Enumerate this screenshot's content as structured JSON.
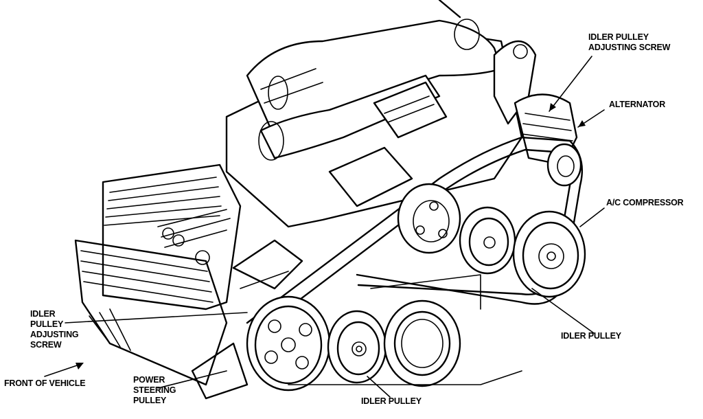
{
  "labels": {
    "idler_screw_top": [
      "IDLER PULLEY",
      "ADJUSTING SCREW"
    ],
    "alternator": "ALTERNATOR",
    "ac_compressor": "A/C COMPRESSOR",
    "idler_pulley_right": "IDLER PULLEY",
    "idler_screw_left": [
      "IDLER",
      "PULLEY",
      "ADJUSTING",
      "SCREW"
    ],
    "front_of_vehicle": "FRONT OF VEHICLE",
    "power_steering": [
      "POWER",
      "STEERING",
      "PULLEY"
    ],
    "idler_pulley_bottom": "IDLER PULLEY"
  },
  "colors": {
    "ink": "#000000",
    "paper": "#ffffff"
  }
}
